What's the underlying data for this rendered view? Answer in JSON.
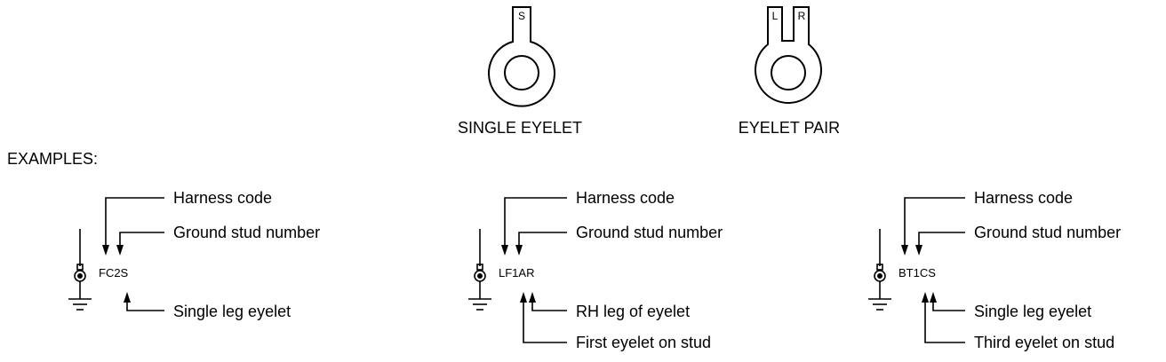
{
  "eyelets": {
    "single": {
      "caption": "SINGLE EYELET",
      "tab": "S"
    },
    "pair": {
      "caption": "EYELET PAIR",
      "tab_left": "L",
      "tab_right": "R"
    }
  },
  "examples_heading": "EXAMPLES:",
  "examples": [
    {
      "code": "FC2S",
      "harness_label": "Harness code",
      "stud_label": "Ground stud number",
      "leg_label": "Single leg eyelet"
    },
    {
      "code": "LF1AR",
      "harness_label": "Harness code",
      "stud_label": "Ground stud number",
      "leg_label": "RH leg of eyelet",
      "order_label": "First eyelet on stud"
    },
    {
      "code": "BT1CS",
      "harness_label": "Harness code",
      "stud_label": "Ground stud number",
      "leg_label": "Single leg eyelet",
      "order_label": "Third eyelet on stud"
    }
  ]
}
